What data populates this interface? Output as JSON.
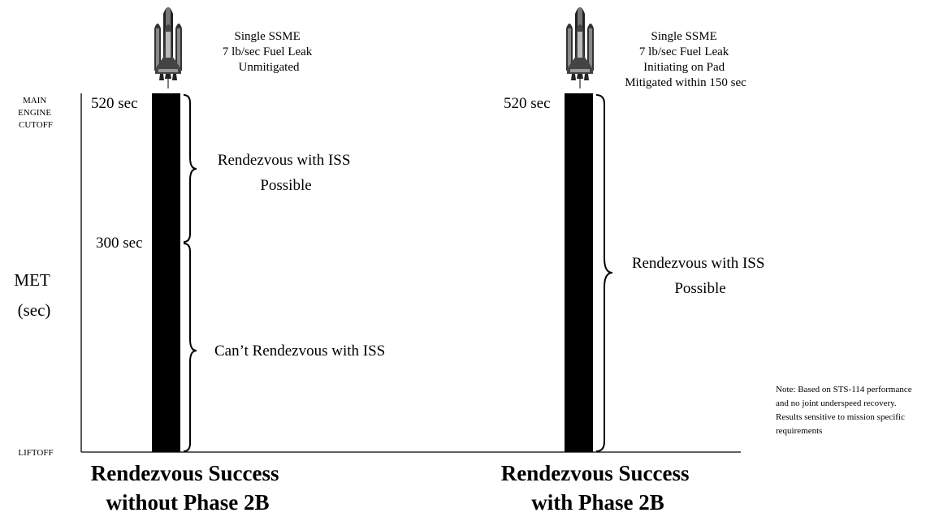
{
  "axis": {
    "top_label": [
      "MAIN",
      "ENGINE",
      "CUTOFF"
    ],
    "bottom_label": "LIFTOFF",
    "y_label": [
      "MET",
      "(sec)"
    ]
  },
  "left_panel": {
    "header": [
      "Single SSME",
      "7 lb/sec Fuel Leak",
      "Unmitigated"
    ],
    "tick_top": "520 sec",
    "tick_mid": "300 sec",
    "upper_text": [
      "Rendezvous with ISS",
      "Possible"
    ],
    "lower_text": "Can’t Rendezvous with ISS",
    "caption": [
      "Rendezvous Success",
      "without Phase 2B"
    ]
  },
  "right_panel": {
    "header": [
      "Single SSME",
      "7 lb/sec Fuel Leak",
      "Initiating on Pad",
      "Mitigated within 150 sec"
    ],
    "tick_top": "520 sec",
    "text": [
      "Rendezvous with ISS",
      "Possible"
    ],
    "caption": [
      "Rendezvous Success",
      "with Phase 2B"
    ]
  },
  "note": [
    "Note:  Based on STS-114 performance",
    "and no joint underspeed recovery.",
    "Results sensitive to mission specific",
    "requirements"
  ],
  "timeline_sec": {
    "liftoff": 0,
    "threshold": 300,
    "meco": 520
  },
  "colors": {
    "bar": "#000000",
    "line": "#000000",
    "background": "#ffffff"
  }
}
